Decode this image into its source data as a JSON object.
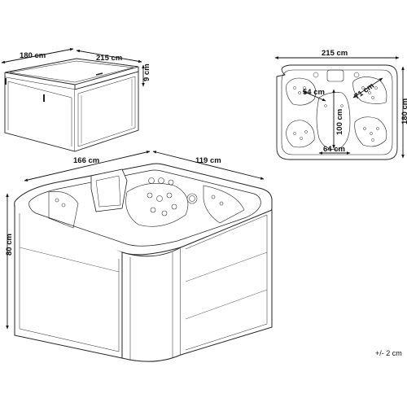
{
  "cover_view": {
    "width_label": "180 cm",
    "length_label": "215 cm",
    "thickness_label": "9 cm"
  },
  "top_view": {
    "overall_width_label": "215 cm",
    "overall_depth_label": "180 cm",
    "seat_label": "54 cm",
    "lounger_label": "71 cm",
    "footwell_length_label": "100 cm",
    "footwell_width_label": "64 cm"
  },
  "tub_view": {
    "left_length_label": "166 cm",
    "right_length_label": "119 cm",
    "height_label": "80 cm"
  },
  "tolerance_note": "+/- 2 cm"
}
